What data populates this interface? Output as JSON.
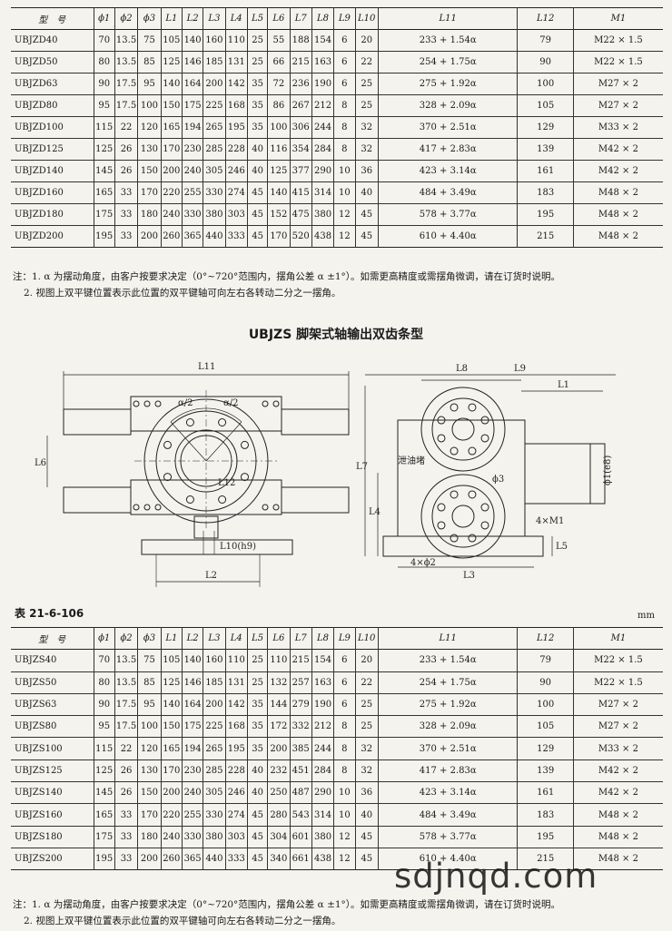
{
  "columns": [
    "型　号",
    "ϕ1",
    "ϕ2",
    "ϕ3",
    "L1",
    "L2",
    "L3",
    "L4",
    "L5",
    "L6",
    "L7",
    "L8",
    "L9",
    "L10",
    "L11",
    "L12",
    "M1"
  ],
  "table_top": [
    [
      "UBJZD40",
      "70",
      "13.5",
      "75",
      "105",
      "140",
      "160",
      "110",
      "25",
      "55",
      "188",
      "154",
      "6",
      "20",
      "233 + 1.54α",
      "79",
      "M22 × 1.5"
    ],
    [
      "UBJZD50",
      "80",
      "13.5",
      "85",
      "125",
      "146",
      "185",
      "131",
      "25",
      "66",
      "215",
      "163",
      "6",
      "22",
      "254 + 1.75α",
      "90",
      "M22 × 1.5"
    ],
    [
      "UBJZD63",
      "90",
      "17.5",
      "95",
      "140",
      "164",
      "200",
      "142",
      "35",
      "72",
      "236",
      "190",
      "6",
      "25",
      "275 + 1.92α",
      "100",
      "M27 × 2"
    ],
    [
      "UBJZD80",
      "95",
      "17.5",
      "100",
      "150",
      "175",
      "225",
      "168",
      "35",
      "86",
      "267",
      "212",
      "8",
      "25",
      "328 + 2.09α",
      "105",
      "M27 × 2"
    ],
    [
      "UBJZD100",
      "115",
      "22",
      "120",
      "165",
      "194",
      "265",
      "195",
      "35",
      "100",
      "306",
      "244",
      "8",
      "32",
      "370 + 2.51α",
      "129",
      "M33 × 2"
    ],
    [
      "UBJZD125",
      "125",
      "26",
      "130",
      "170",
      "230",
      "285",
      "228",
      "40",
      "116",
      "354",
      "284",
      "8",
      "32",
      "417 + 2.83α",
      "139",
      "M42 × 2"
    ],
    [
      "UBJZD140",
      "145",
      "26",
      "150",
      "200",
      "240",
      "305",
      "246",
      "40",
      "125",
      "377",
      "290",
      "10",
      "36",
      "423 + 3.14α",
      "161",
      "M42 × 2"
    ],
    [
      "UBJZD160",
      "165",
      "33",
      "170",
      "220",
      "255",
      "330",
      "274",
      "45",
      "140",
      "415",
      "314",
      "10",
      "40",
      "484 + 3.49α",
      "183",
      "M48 × 2"
    ],
    [
      "UBJZD180",
      "175",
      "33",
      "180",
      "240",
      "330",
      "380",
      "303",
      "45",
      "152",
      "475",
      "380",
      "12",
      "45",
      "578 + 3.77α",
      "195",
      "M48 × 2"
    ],
    [
      "UBJZD200",
      "195",
      "33",
      "200",
      "260",
      "365",
      "440",
      "333",
      "45",
      "170",
      "520",
      "438",
      "12",
      "45",
      "610 + 4.40α",
      "215",
      "M48 × 2"
    ]
  ],
  "notes_top": {
    "n1": "注：1. α 为摆动角度，由客户按要求决定（0°~720°范围内，摆角公差 α ±1°）。如需更高精度或需摆角微调，请在订货时说明。",
    "n2": "2. 视图上双平键位置表示此位置的双平键轴可向左右各转动二分之一摆角。"
  },
  "section_title": "UBJZS 脚架式轴输出双齿条型",
  "drawing_labels": {
    "L11": "L11",
    "L8": "L8",
    "L9": "L9",
    "L1": "L1",
    "L6": "L6",
    "L7": "L7",
    "L4": "L4",
    "L5": "L5",
    "L3": "L3",
    "L2": "L2",
    "L12": "L12",
    "L10": "L10(h9)",
    "alpha_half_left": "α/2",
    "alpha_half_right": "α/2",
    "drain": "泄油堵",
    "phi3": "ϕ3",
    "phi_e8": "ϕ1(e8)",
    "m1": "4×M1",
    "phi2": "4×ϕ2"
  },
  "table_caption": "表 21-6-106",
  "unit": "mm",
  "table_bottom": [
    [
      "UBJZS40",
      "70",
      "13.5",
      "75",
      "105",
      "140",
      "160",
      "110",
      "25",
      "110",
      "215",
      "154",
      "6",
      "20",
      "233 + 1.54α",
      "79",
      "M22 × 1.5"
    ],
    [
      "UBJZS50",
      "80",
      "13.5",
      "85",
      "125",
      "146",
      "185",
      "131",
      "25",
      "132",
      "257",
      "163",
      "6",
      "22",
      "254 + 1.75α",
      "90",
      "M22 × 1.5"
    ],
    [
      "UBJZS63",
      "90",
      "17.5",
      "95",
      "140",
      "164",
      "200",
      "142",
      "35",
      "144",
      "279",
      "190",
      "6",
      "25",
      "275 + 1.92α",
      "100",
      "M27 × 2"
    ],
    [
      "UBJZS80",
      "95",
      "17.5",
      "100",
      "150",
      "175",
      "225",
      "168",
      "35",
      "172",
      "332",
      "212",
      "8",
      "25",
      "328 + 2.09α",
      "105",
      "M27 × 2"
    ],
    [
      "UBJZS100",
      "115",
      "22",
      "120",
      "165",
      "194",
      "265",
      "195",
      "35",
      "200",
      "385",
      "244",
      "8",
      "32",
      "370 + 2.51α",
      "129",
      "M33 × 2"
    ],
    [
      "UBJZS125",
      "125",
      "26",
      "130",
      "170",
      "230",
      "285",
      "228",
      "40",
      "232",
      "451",
      "284",
      "8",
      "32",
      "417 + 2.83α",
      "139",
      "M42 × 2"
    ],
    [
      "UBJZS140",
      "145",
      "26",
      "150",
      "200",
      "240",
      "305",
      "246",
      "40",
      "250",
      "487",
      "290",
      "10",
      "36",
      "423 + 3.14α",
      "161",
      "M42 × 2"
    ],
    [
      "UBJZS160",
      "165",
      "33",
      "170",
      "220",
      "255",
      "330",
      "274",
      "45",
      "280",
      "543",
      "314",
      "10",
      "40",
      "484 + 3.49α",
      "183",
      "M48 × 2"
    ],
    [
      "UBJZS180",
      "175",
      "33",
      "180",
      "240",
      "330",
      "380",
      "303",
      "45",
      "304",
      "601",
      "380",
      "12",
      "45",
      "578 + 3.77α",
      "195",
      "M48 × 2"
    ],
    [
      "UBJZS200",
      "195",
      "33",
      "200",
      "260",
      "365",
      "440",
      "333",
      "45",
      "340",
      "661",
      "438",
      "12",
      "45",
      "610 + 4.40α",
      "215",
      "M48 × 2"
    ]
  ],
  "notes_bottom": {
    "n1": "注：1. α 为摆动角度，由客户按要求决定（0°~720°范围内，摆角公差 α ±1°）。如需更高精度或需摆角微调，请在订货时说明。",
    "n2": "2. 视图上双平键位置表示此位置的双平键轴可向左右各转动二分之一摆角。"
  },
  "watermark": "sdjnqd.com"
}
